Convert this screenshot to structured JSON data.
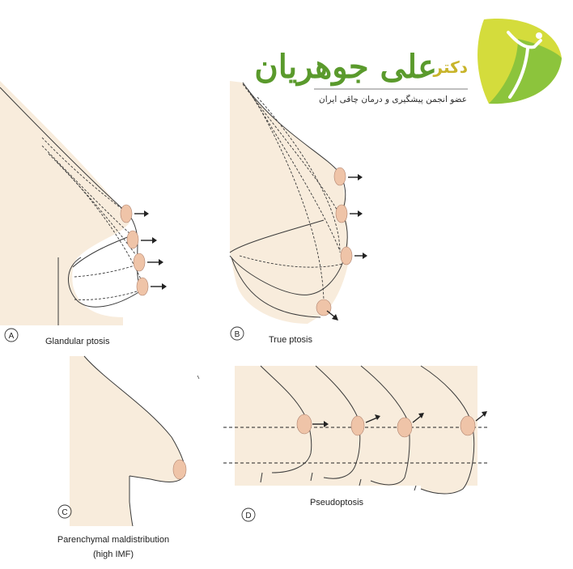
{
  "logo": {
    "title_prefix": "دکتر",
    "name": "علی جوهریان",
    "subtitle": "عضو انجمن پیشگیری و درمان چاقی ایران"
  },
  "panels": {
    "a": {
      "letter": "A",
      "label": "Glandular ptosis"
    },
    "b": {
      "letter": "B",
      "label": "True ptosis"
    },
    "c": {
      "letter": "C",
      "label_line1": "Parenchymal maldistribution",
      "label_line2": "(high IMF)"
    },
    "d": {
      "letter": "D",
      "label": "Pseudoptosis"
    }
  },
  "colors": {
    "skin": "#f8ecdc",
    "nipple": "#efc4a8",
    "outline": "#3a3a3a",
    "logo_green": "#5a9a2c",
    "logo_yellow": "#c8b42a",
    "leaf_green": "#8cc43c",
    "leaf_yellow": "#d4dc3c"
  }
}
